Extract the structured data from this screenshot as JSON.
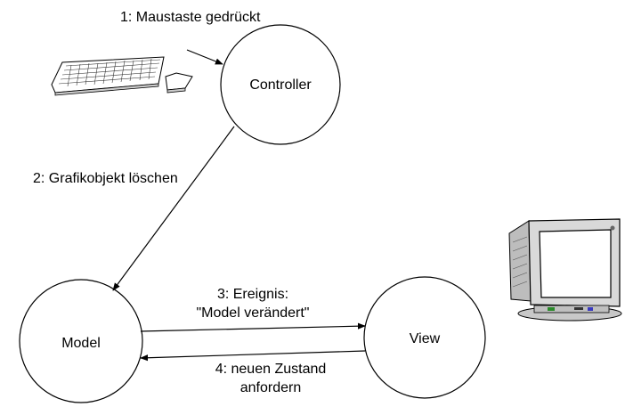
{
  "nodes": {
    "controller": {
      "label": "Controller"
    },
    "model": {
      "label": "Model"
    },
    "view": {
      "label": "View"
    }
  },
  "edges": {
    "step1": {
      "label": "1: Maustaste gedrückt"
    },
    "step2": {
      "label": "2: Grafikobjekt löschen"
    },
    "step3": {
      "line1": "3: Ereignis:",
      "line2": "\"Model verändert\""
    },
    "step4": {
      "line1": "4: neuen Zustand",
      "line2": "anfordern"
    }
  },
  "icons": {
    "input_devices": "keyboard-mouse-icon",
    "display": "crt-monitor-icon"
  }
}
